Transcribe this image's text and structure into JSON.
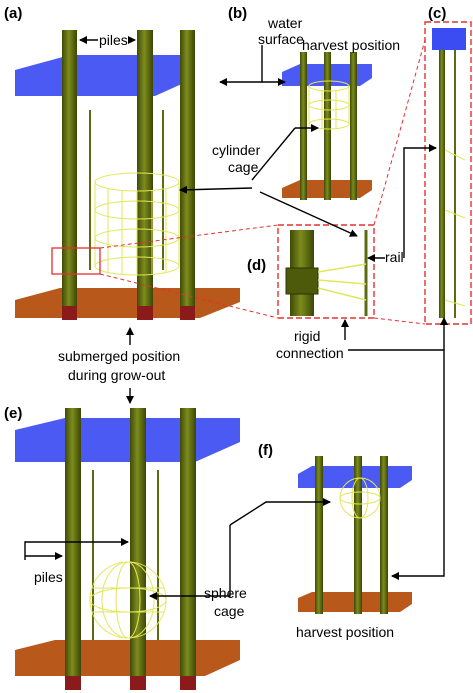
{
  "panels": {
    "a": "(a)",
    "b": "(b)",
    "c": "(c)",
    "d": "(d)",
    "e": "(e)",
    "f": "(f)"
  },
  "labels": {
    "piles_top": "piles",
    "water_surface_1": "water",
    "water_surface_2": "surface",
    "harvest_position_top": "harvest position",
    "cylinder_cage_1": "cylinder",
    "cylinder_cage_2": "cage",
    "rail": "rail",
    "rigid_connection_1": "rigid",
    "rigid_connection_2": "connection",
    "submerged_1": "submerged position",
    "submerged_2": "during grow-out",
    "piles_bottom": "piles",
    "sphere_cage_1": "sphere",
    "sphere_cage_2": "cage",
    "harvest_position_bottom": "harvest position"
  },
  "colors": {
    "pile": "#5e6b12",
    "water": "#3b4cf2",
    "seabed": "#b8581b",
    "cage": "#e3e65a",
    "detail_box": "#e53030"
  }
}
